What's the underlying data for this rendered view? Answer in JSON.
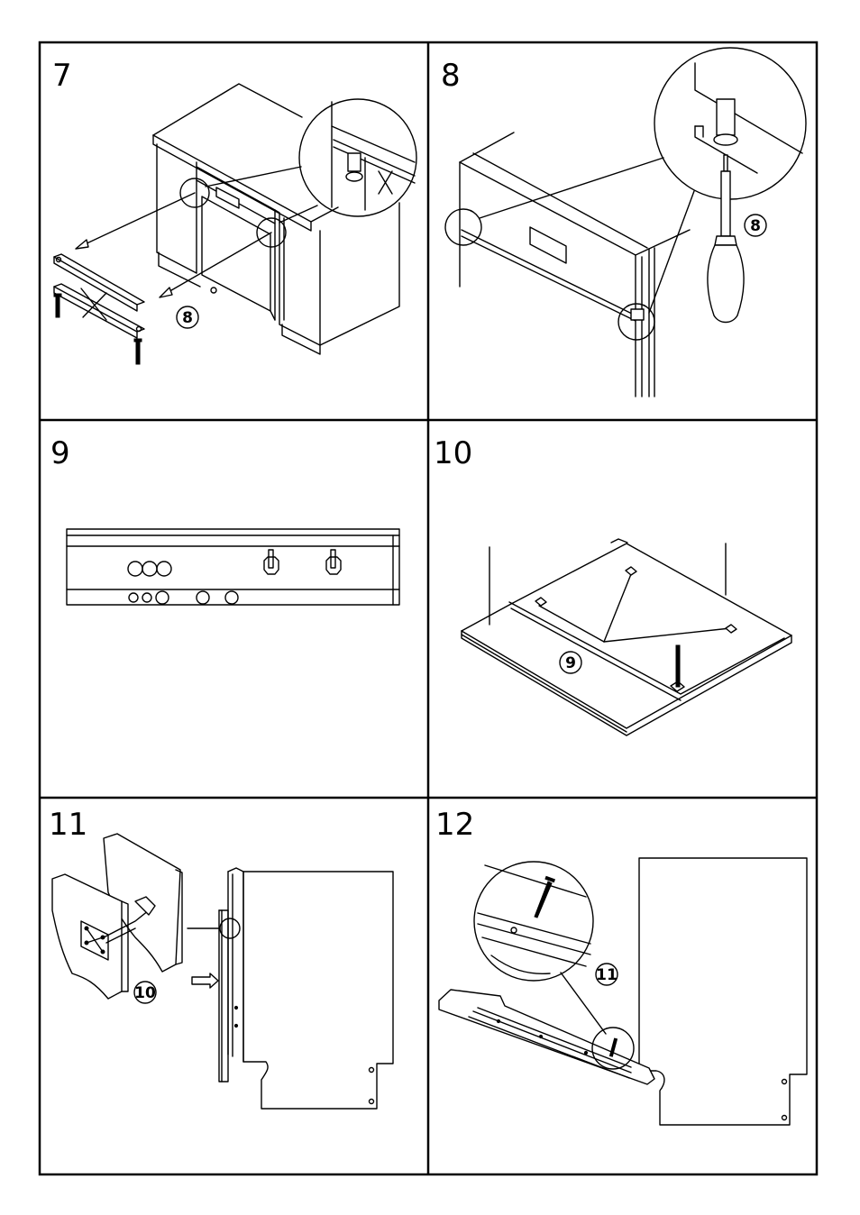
{
  "panels": [
    {
      "number": "7",
      "callouts": [
        "8"
      ]
    },
    {
      "number": "8",
      "callouts": [
        "8"
      ]
    },
    {
      "number": "9",
      "callouts": []
    },
    {
      "number": "10",
      "callouts": [
        "9"
      ]
    },
    {
      "number": "11",
      "callouts": [
        "10"
      ]
    },
    {
      "number": "12",
      "callouts": [
        "11"
      ]
    }
  ],
  "colors": {
    "line": "#000000",
    "background": "#ffffff"
  }
}
